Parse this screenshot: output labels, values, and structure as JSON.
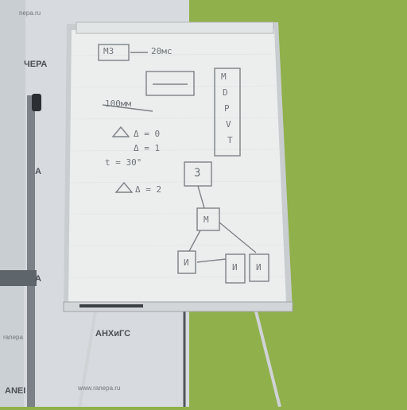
{
  "scene": {
    "wall_color": "#8fb04a",
    "banner_color": "#d9dde0",
    "board_color": "#eceeee",
    "frame_color": "#c9cdd0"
  },
  "banner": {
    "top_url": "nepa.ru",
    "word_1": "ЧЕРА",
    "word_2": "A",
    "word_3": "A",
    "logo_text": "АНХиГС",
    "bottom_url": "www.ranepa.ru",
    "bottom_left": "ANEI",
    "small_left": "ranepa"
  },
  "flipchart": {
    "notes": {
      "box_top": "МЗ",
      "arrow_note": "20мс",
      "right_column": [
        "М",
        "D",
        "Р",
        "V",
        "Т"
      ],
      "left_note": "100мм",
      "triangle_note_1": "Δ = 0",
      "triangle_note_2": "Δ = 1",
      "equation": "t = 30°",
      "triangle_note_3": "Δ = 2",
      "box_center": "З",
      "box_mid": "М",
      "box_left": "И",
      "box_right_1": "И",
      "box_right_2": "И"
    }
  }
}
